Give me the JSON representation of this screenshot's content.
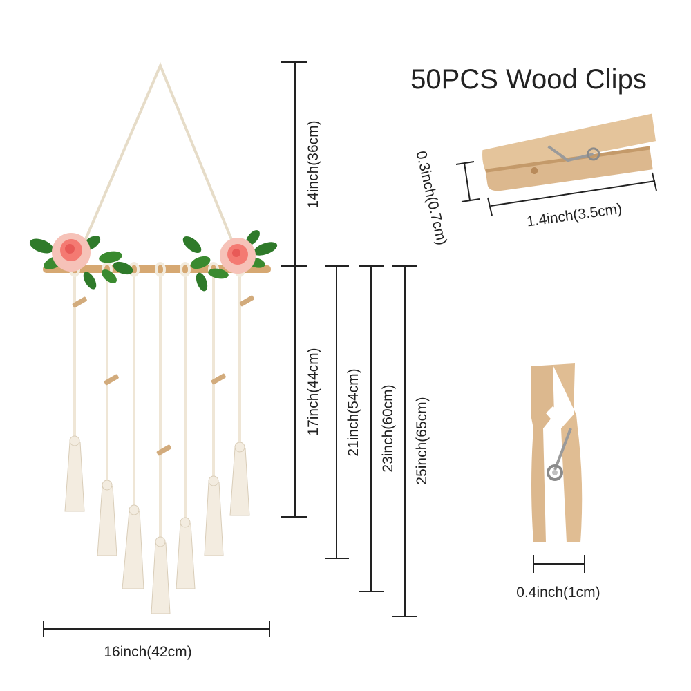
{
  "title": "50PCS Wood Clips",
  "dimensions": {
    "width": "16inch(42cm)",
    "hanger_height": "14inch(36cm)",
    "length_1": "17inch(44cm)",
    "length_2": "21inch(54cm)",
    "length_3": "23inch(60cm)",
    "length_4": "25inch(65cm)"
  },
  "clip": {
    "thickness": "0.3inch(0.7cm)",
    "length": "1.4inch(3.5cm)",
    "width": "0.4inch(1cm)"
  },
  "colors": {
    "wood": "#dcb88e",
    "cord": "#efe6d6",
    "rose": "#f47a72",
    "leaf": "#2f7a2a",
    "line": "#222222"
  }
}
